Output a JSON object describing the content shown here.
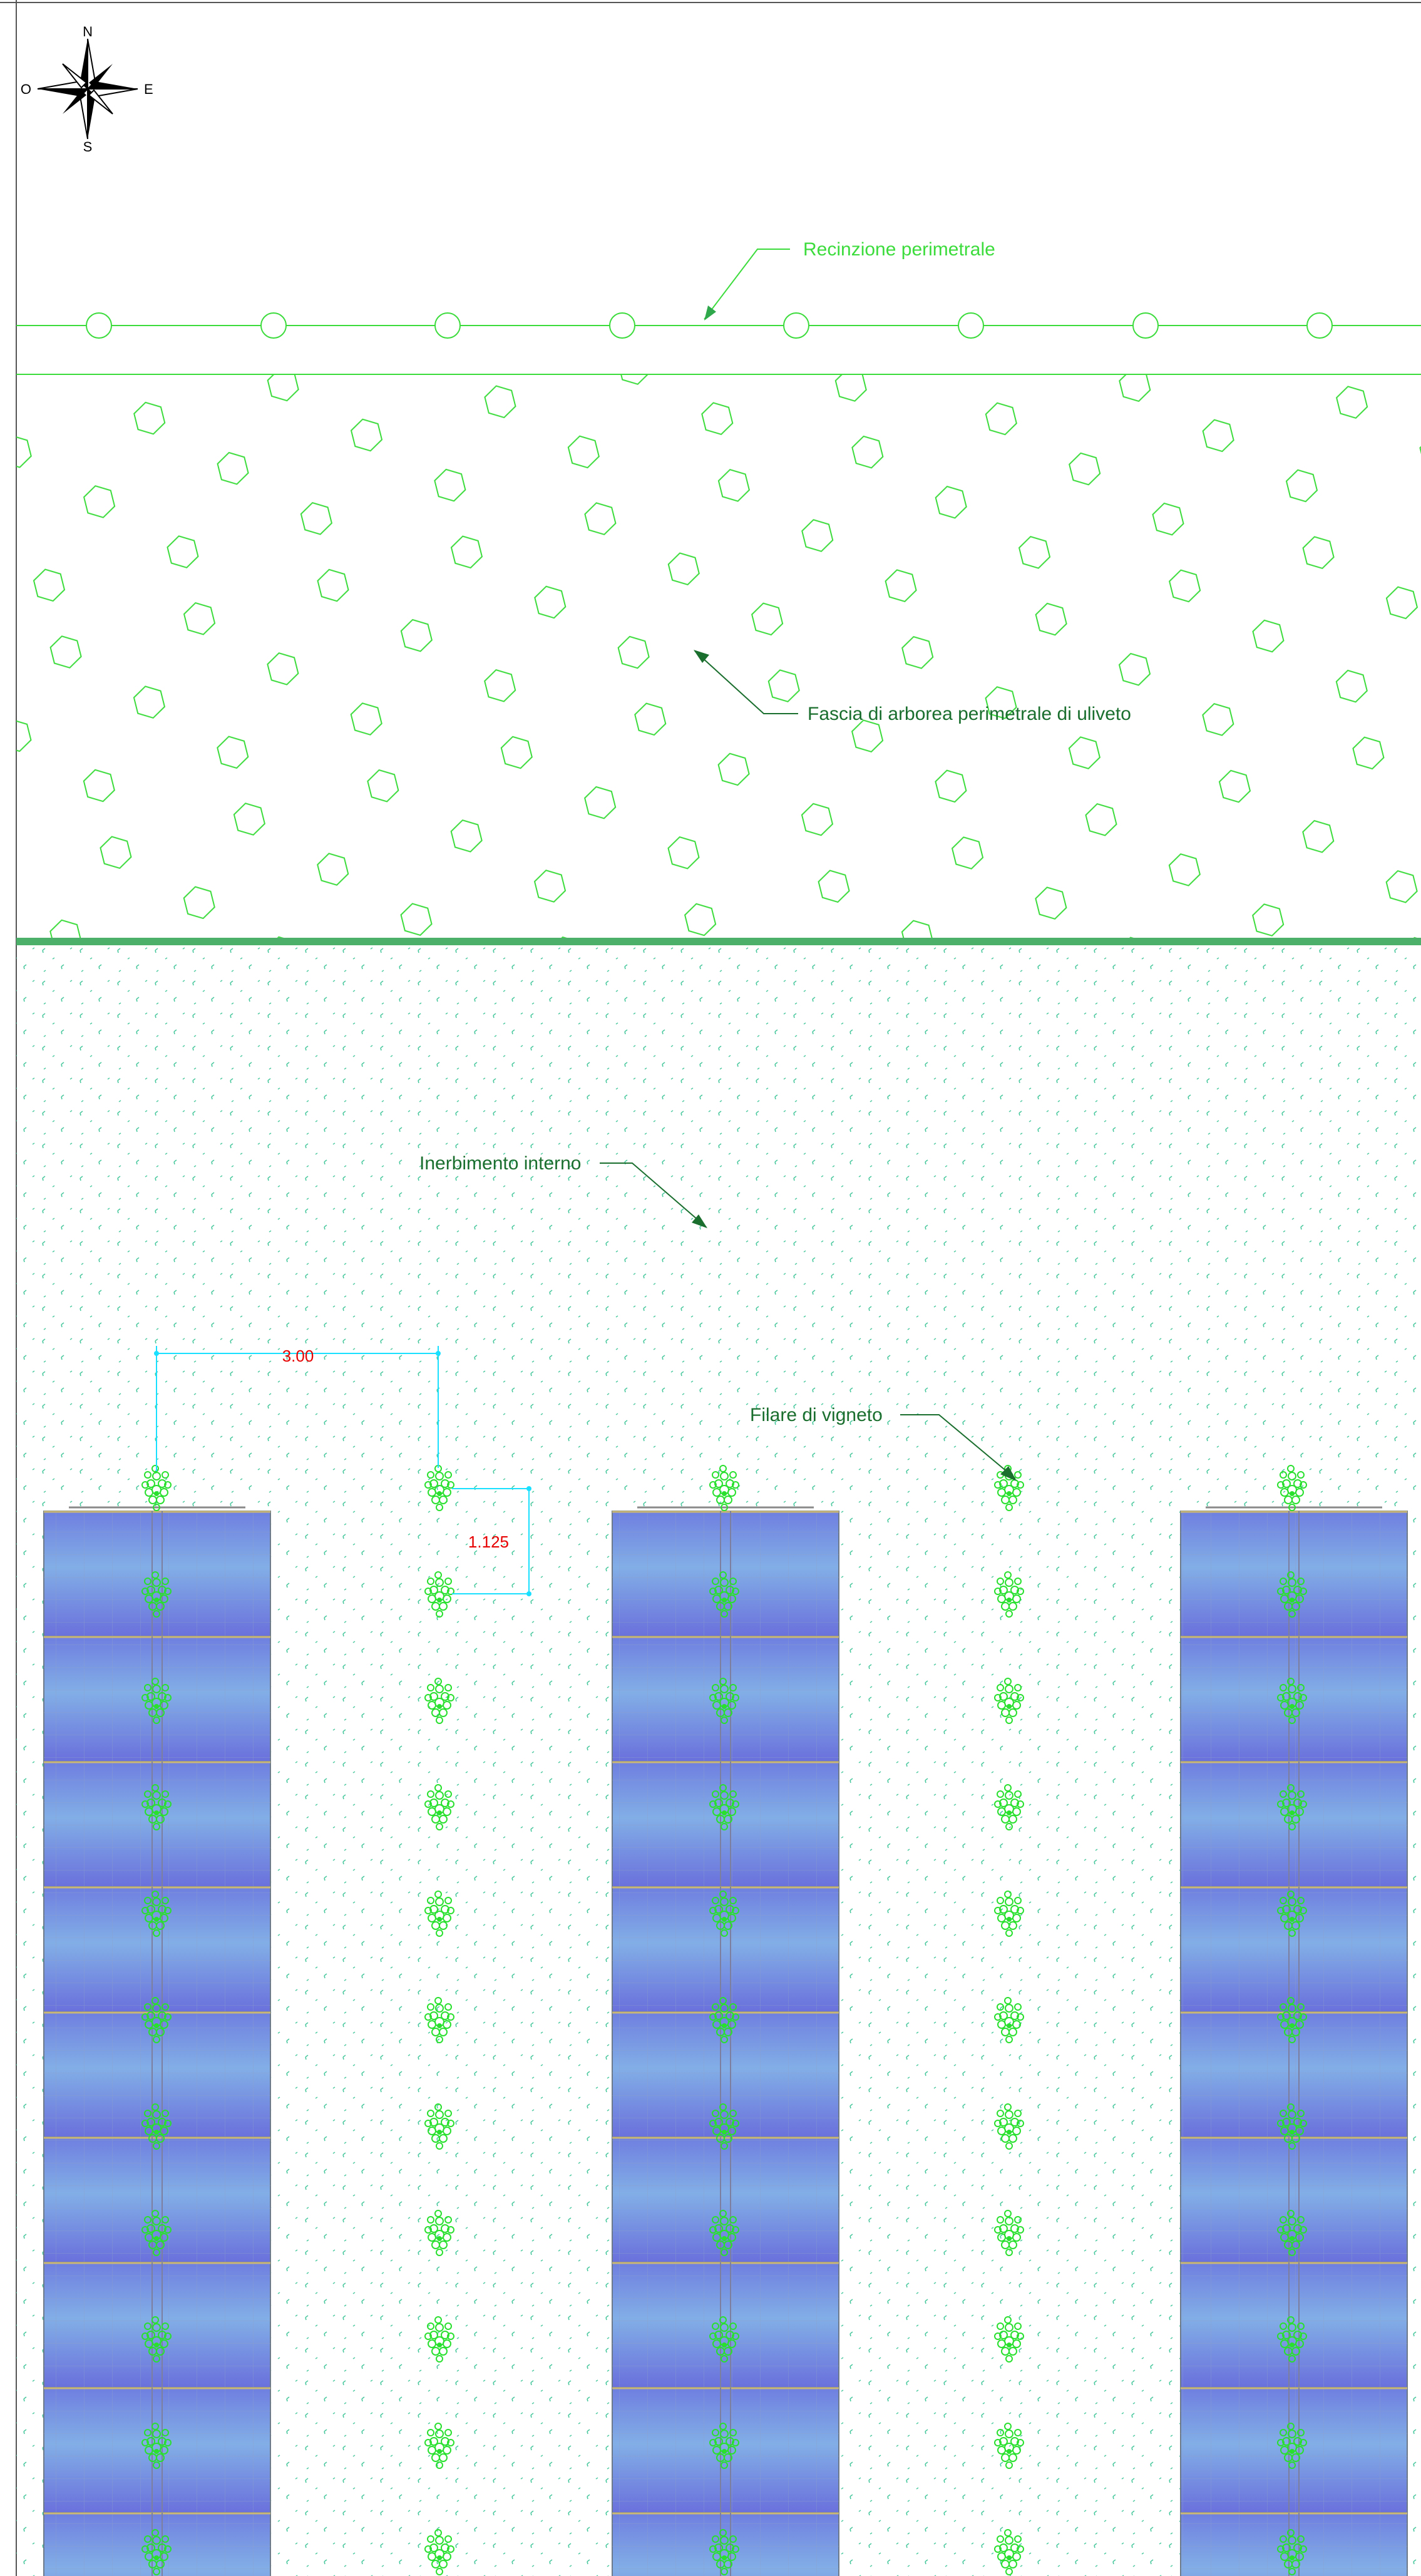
{
  "compass": {
    "north": "N",
    "south": "S",
    "east": "E",
    "west": "O"
  },
  "labels": {
    "fence": "Recinzione perimetrale",
    "olive_band": "Fascia di arborea perimetrale di uliveto",
    "grass": "Inerbimento interno",
    "vine_row": "Filare di vigneto"
  },
  "dimensions": {
    "row_spacing": "3.00",
    "plant_spacing": "1.125"
  },
  "colors": {
    "line_green": "#3ddc3d",
    "label_green": "#1a6e2e",
    "band_green": "#4caf6a",
    "grass_tick": "#4dc9a0",
    "dimension_cyan": "#19e0ff",
    "dimension_text": "#e60000",
    "panel_top": "#6f7fe0",
    "panel_mid": "#82aee6",
    "panel_bottom": "#6a70dc",
    "panel_border": "#6c7a8a",
    "panel_joint": "#c9b778",
    "vine_green": "#29e02f"
  }
}
